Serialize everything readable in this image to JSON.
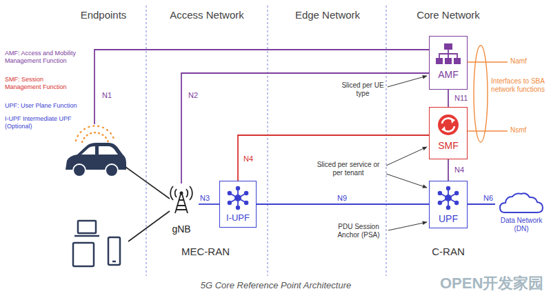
{
  "diagram": {
    "caption": "5G Core Reference Point Architecture",
    "nodes": [
      {
        "text": [
          "gNB"
        ]
      },
      {
        "text": [
          "I-UPF"
        ]
      },
      {
        "text": [
          "AMF"
        ]
      },
      {
        "text": [
          "SMF"
        ]
      },
      {
        "text": [
          "UPF"
        ]
      },
      {
        "text": [
          "Data Network (DN)"
        ]
      }
    ],
    "edges": [
      {
        "from": 0,
        "to": 2,
        "label": "N2",
        "arrow": "none"
      },
      {
        "from": 0,
        "to": 1,
        "label": "N3",
        "arrow": "none"
      },
      {
        "from": 1,
        "to": 3,
        "label": "N4",
        "arrow": "none"
      },
      {
        "from": 1,
        "to": 4,
        "label": "N9",
        "arrow": "none"
      },
      {
        "from": 2,
        "to": 3,
        "label": "N11",
        "arrow": "none"
      },
      {
        "from": 3,
        "to": 4,
        "label": "N4",
        "arrow": "none"
      },
      {
        "from": 4,
        "to": 5,
        "label": "N6",
        "arrow": "none"
      }
    ],
    "labels": [
      "Endpoints",
      "Access Network",
      "Edge Network",
      "Core Network",
      "AMF: Access and Mobility Management Function",
      "SMF: Session Management Function",
      "UPF: User Plane Function",
      "I-UPF Intermediate UPF (Optional)",
      "N1",
      "Namf",
      "Nsmf",
      "Interfaces to SBA network functions",
      "Sliced per UE type",
      "Sliced per service or per tenant",
      "PDU Session Anchor (PSA)",
      "MEC-RAN",
      "C-RAN",
      "OPEN开发家园"
    ]
  }
}
